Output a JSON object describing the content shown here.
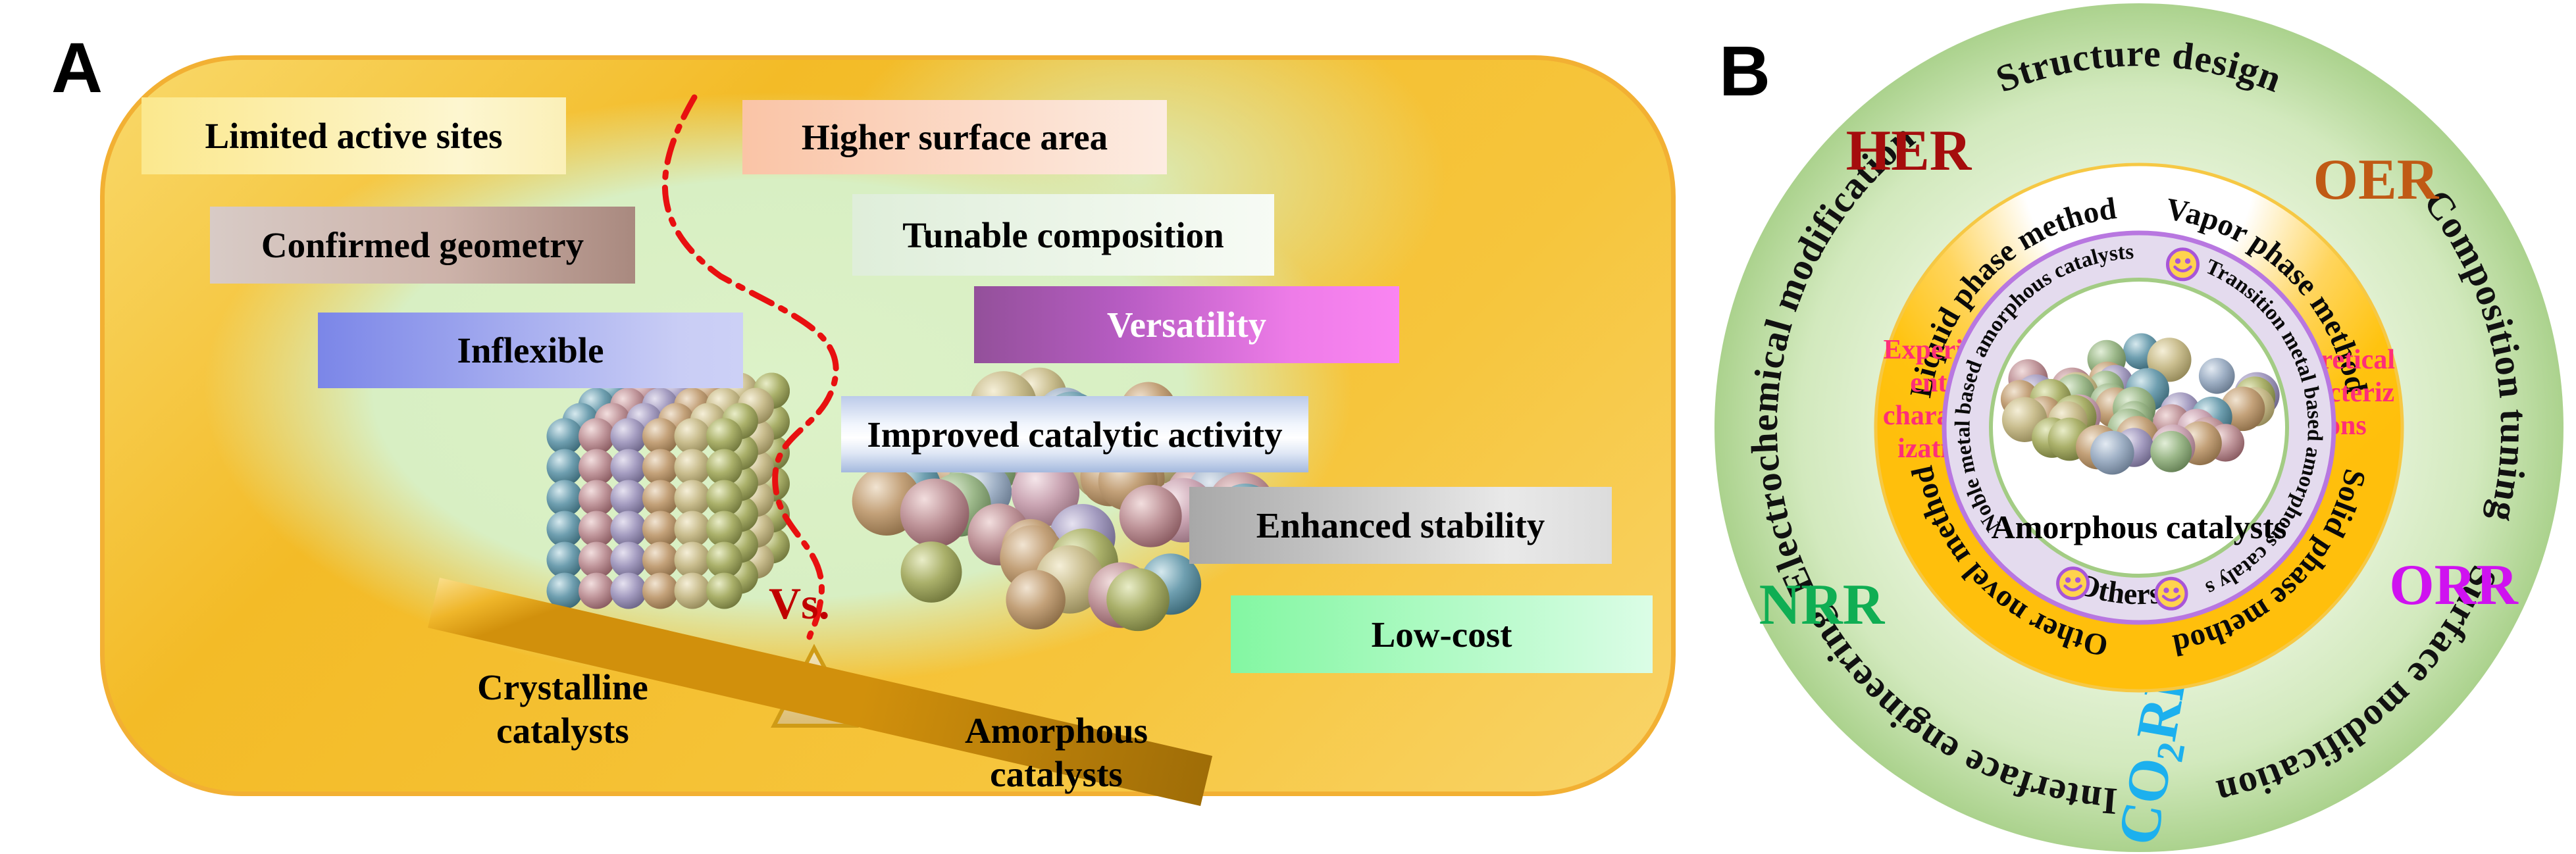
{
  "colors": {
    "her": "#a50d0d",
    "oer": "#c05a15",
    "orr": "#cf12f0",
    "nrr": "#0fae53",
    "co2rr": "#1cb0ee",
    "pink_text": "#ff2e78",
    "vs_red": "#c00000",
    "red_divider": "#e81010",
    "orange_ring": "#ffc20e",
    "lavender_ring": "#e4dbee",
    "purple_border": "#b877e0",
    "green_border": "#a3cc84",
    "panel_border_gold": "#f2b033",
    "sphere_palette": [
      [
        "#d6e9ee",
        "#6f9fb0",
        "#2e5a68"
      ],
      [
        "#f2dede",
        "#c0969b",
        "#7a4a50"
      ],
      [
        "#e6e2f0",
        "#a49cc0",
        "#5d5678"
      ],
      [
        "#f1e4d2",
        "#c3a179",
        "#7d5f3a"
      ],
      [
        "#f5efd8",
        "#c9bd8e",
        "#857a4a"
      ],
      [
        "#e9edc8",
        "#aab06a",
        "#626830"
      ],
      [
        "#e2eed8",
        "#9cb88a",
        "#557046"
      ],
      [
        "#e3eaf2",
        "#9fb0c5",
        "#5a6b80"
      ],
      [
        "#f5e6ea",
        "#cba6b4",
        "#86606e"
      ]
    ]
  },
  "panelA": {
    "panel_label": "A",
    "boxes": {
      "limited_active_sites": "Limited active sites",
      "confirmed_geometry": "Confirmed geometry",
      "inflexible": "Inflexible",
      "higher_surface_area": "Higher surface area",
      "tunable_composition": "Tunable composition",
      "versatility": "Versatility",
      "improved_catalytic_activity": "Improved catalytic activity",
      "enhanced_stability": "Enhanced stability",
      "low_cost": "Low-cost"
    },
    "vs_label": "Vs.",
    "crystalline_caption_line1": "Crystalline",
    "crystalline_caption_line2": "catalysts",
    "amorphous_caption_line1": "Amorphous",
    "amorphous_caption_line2": "catalysts"
  },
  "panelB": {
    "panel_label": "B",
    "outer_topics": {
      "structure_design": "Structure design",
      "composition_tuning": "Composition tuning",
      "surface_modification": "Surface modification",
      "interface_engineering": "Interface engineering",
      "electrochemical_modification": "Electrochemical modification"
    },
    "reactions": {
      "her": "HER",
      "oer": "OER",
      "orr": "ORR",
      "nrr": "NRR",
      "co2rr_main": "CO",
      "co2rr_sub": "2",
      "co2rr_tail": "RR"
    },
    "methods": {
      "liquid": "Liquid phase method",
      "vapor": "Vapor phase method",
      "solid": "Solid phase method",
      "other": "Other novel method"
    },
    "experimental_characterizations_lines": [
      "Experim-",
      "ental",
      "character",
      "izations"
    ],
    "theoretical_characterizations_lines": [
      "Theoretical",
      "characteriz",
      "ations"
    ],
    "inner_categories": {
      "noble": "Noble metal based amorphous catalysts",
      "transition": "Transition metal based amorphous cataly s",
      "others": "Others"
    },
    "center_label": "Amorphous catalysts",
    "smiley_icon_count": 3
  }
}
